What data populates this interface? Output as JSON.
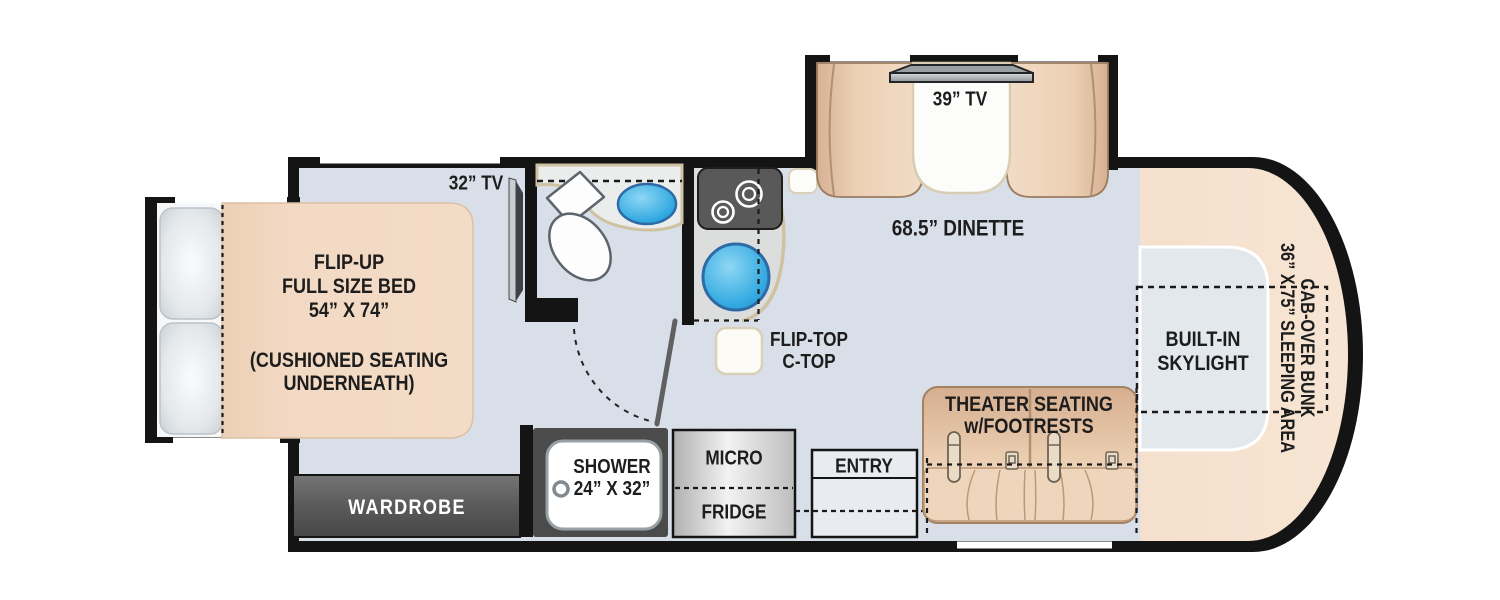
{
  "colors": {
    "wall": "#141414",
    "floor": "#d9dfe8",
    "cab_floor": "#e3e8ed",
    "upholstery_tan": "#f2d9c3",
    "counter_trim": "#cfc2a2",
    "water_blue": "#3cb3e8",
    "wardrobe_gray": "#5a5a5a",
    "appliance_gray": "#d6d6d6"
  },
  "labels": {
    "tv_39": "39” TV",
    "dinette": "68.5” DINETTE",
    "tv_32": "32” TV",
    "bed": {
      "l1": "FLIP-UP",
      "l2": "FULL SIZE BED",
      "l3": "54” X 74”",
      "note1": "(CUSHIONED SEATING",
      "note2": "UNDERNEATH)"
    },
    "flip_top": {
      "l1": "FLIP-TOP",
      "l2": "C-TOP"
    },
    "skylight": {
      "l1": "BUILT-IN",
      "l2": "SKYLIGHT"
    },
    "cab_over_bunk": {
      "l1": "CAB-OVER BUNK",
      "l2": "36” X 75” SLEEPING AREA"
    },
    "theater": {
      "l1": "THEATER SEATING",
      "l2": "w/FOOTRESTS"
    },
    "shower": {
      "l1": "SHOWER",
      "l2": "24” X 32”"
    },
    "micro": "MICRO",
    "fridge": "FRIDGE",
    "entry": "ENTRY",
    "wardrobe": "WARDROBE"
  }
}
